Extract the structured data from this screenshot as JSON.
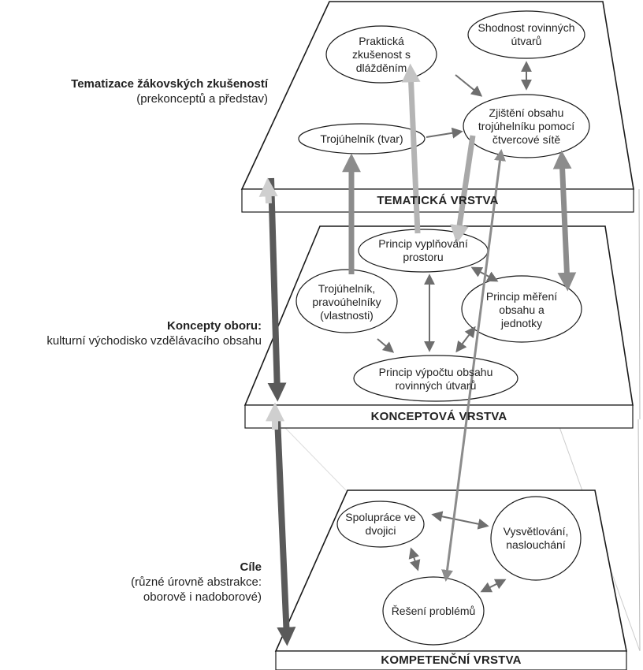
{
  "side_labels": {
    "thematic": {
      "title": "Tematizace žákovských zkušeností",
      "subtitle": "(prekonceptů a představ)"
    },
    "concept": {
      "title": "Koncepty oboru:",
      "subtitle": "kulturní východisko vzdělávacího obsahu"
    },
    "goals": {
      "title": "Cíle",
      "line1": "(různé úrovně abstrakce:",
      "line2": "oborově i nadoborové)"
    }
  },
  "layers": {
    "thematic": {
      "title": "TEMATICKÁ VRSTVA"
    },
    "concept": {
      "title": "KONCEPTOVÁ VRSTVA"
    },
    "competence": {
      "title": "KOMPETENČNÍ VRSTVA"
    }
  },
  "nodes": {
    "prakticka": "Praktická zkušenost s dlážděním",
    "shodnost": "Shodnost rovinných útvarů",
    "zjisteni": "Zjištění obsahu trojúhelníku pomocí čtvercové sítě",
    "trojuhelnik_tvar": "Trojúhelník (tvar)",
    "vyplnovani": "Princip vyplňování prostoru",
    "trojuhelnik_prav": "Trojúhelník, pravoúhelníky (vlastnosti)",
    "mereni": "Princip měření obsahu a jednotky",
    "vypocet": "Princip výpočtu obsahu rovinných útvarů",
    "spoluprace": "Spolupráce ve dvojici",
    "vysvetlovani": "Vysvětlování, naslouchání",
    "reseni": "Řešení problémů"
  },
  "colors": {
    "outline": "#1a1a1a",
    "arrow_dark": "#5a5a5a",
    "arrow_mid": "#8c8c8c",
    "arrow_light": "#c4c4c4",
    "arrow_thin": "#6e6e6e"
  }
}
